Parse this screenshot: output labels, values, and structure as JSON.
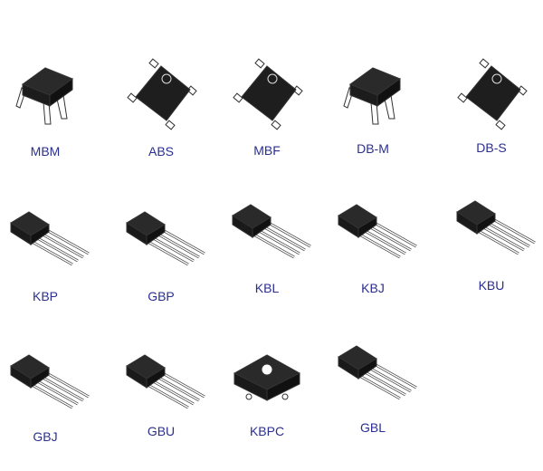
{
  "label_color": "#2b2f8f",
  "packages": [
    {
      "name": "MBM",
      "shape": "dip-package-icon"
    },
    {
      "name": "ABS",
      "shape": "smd-package-icon"
    },
    {
      "name": "MBF",
      "shape": "smd-package-icon"
    },
    {
      "name": "DB-M",
      "shape": "dip-package-icon"
    },
    {
      "name": "DB-S",
      "shape": "smd-package-icon"
    },
    {
      "name": "KBP",
      "shape": "sip-package-icon"
    },
    {
      "name": "GBP",
      "shape": "sip-package-icon"
    },
    {
      "name": "KBL",
      "shape": "sip-package-icon"
    },
    {
      "name": "KBJ",
      "shape": "sip-package-icon"
    },
    {
      "name": "KBU",
      "shape": "sip-package-icon"
    },
    {
      "name": "GBJ",
      "shape": "sip-package-icon"
    },
    {
      "name": "GBU",
      "shape": "sip-package-icon"
    },
    {
      "name": "KBPC",
      "shape": "square-package-icon"
    },
    {
      "name": "GBL",
      "shape": "sip-package-icon"
    }
  ]
}
